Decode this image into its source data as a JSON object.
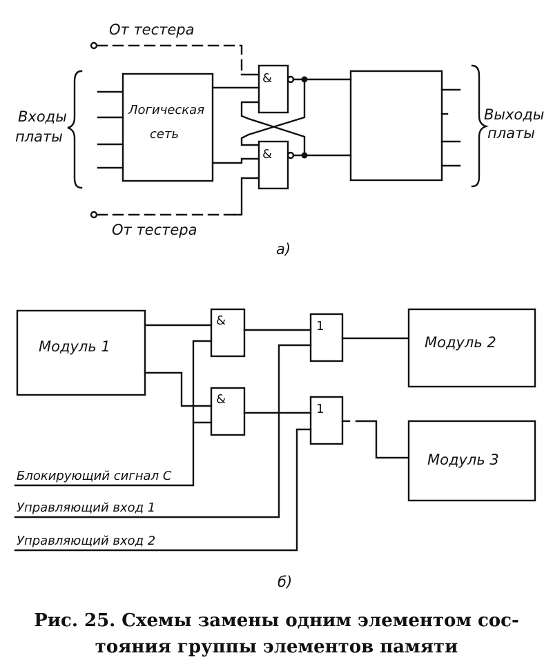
{
  "part_a": {
    "from_tester_top": "От тестера",
    "from_tester_bottom": "От тестера",
    "inputs_label_1": "Входы",
    "inputs_label_2": "платы",
    "outputs_label_1": "Выходы",
    "outputs_label_2": "платы",
    "logic_label_1": "Логическая",
    "logic_label_2": "сеть",
    "gate_symbol": "&",
    "sublabel": "а)"
  },
  "part_b": {
    "module1": "Модуль 1",
    "module2": "Модуль 2",
    "module3": "Модуль 3",
    "and_symbol": "&",
    "or_symbol": "1",
    "blocking_signal": "Блокирующий сигнал С",
    "control_input_1": "Управляющий вход 1",
    "control_input_2": "Управляющий вход 2",
    "sublabel": "б)"
  },
  "caption": {
    "line1": "Рис. 25. Схемы замены одним элементом сос-",
    "line2": "тояния группы элементов памяти"
  }
}
